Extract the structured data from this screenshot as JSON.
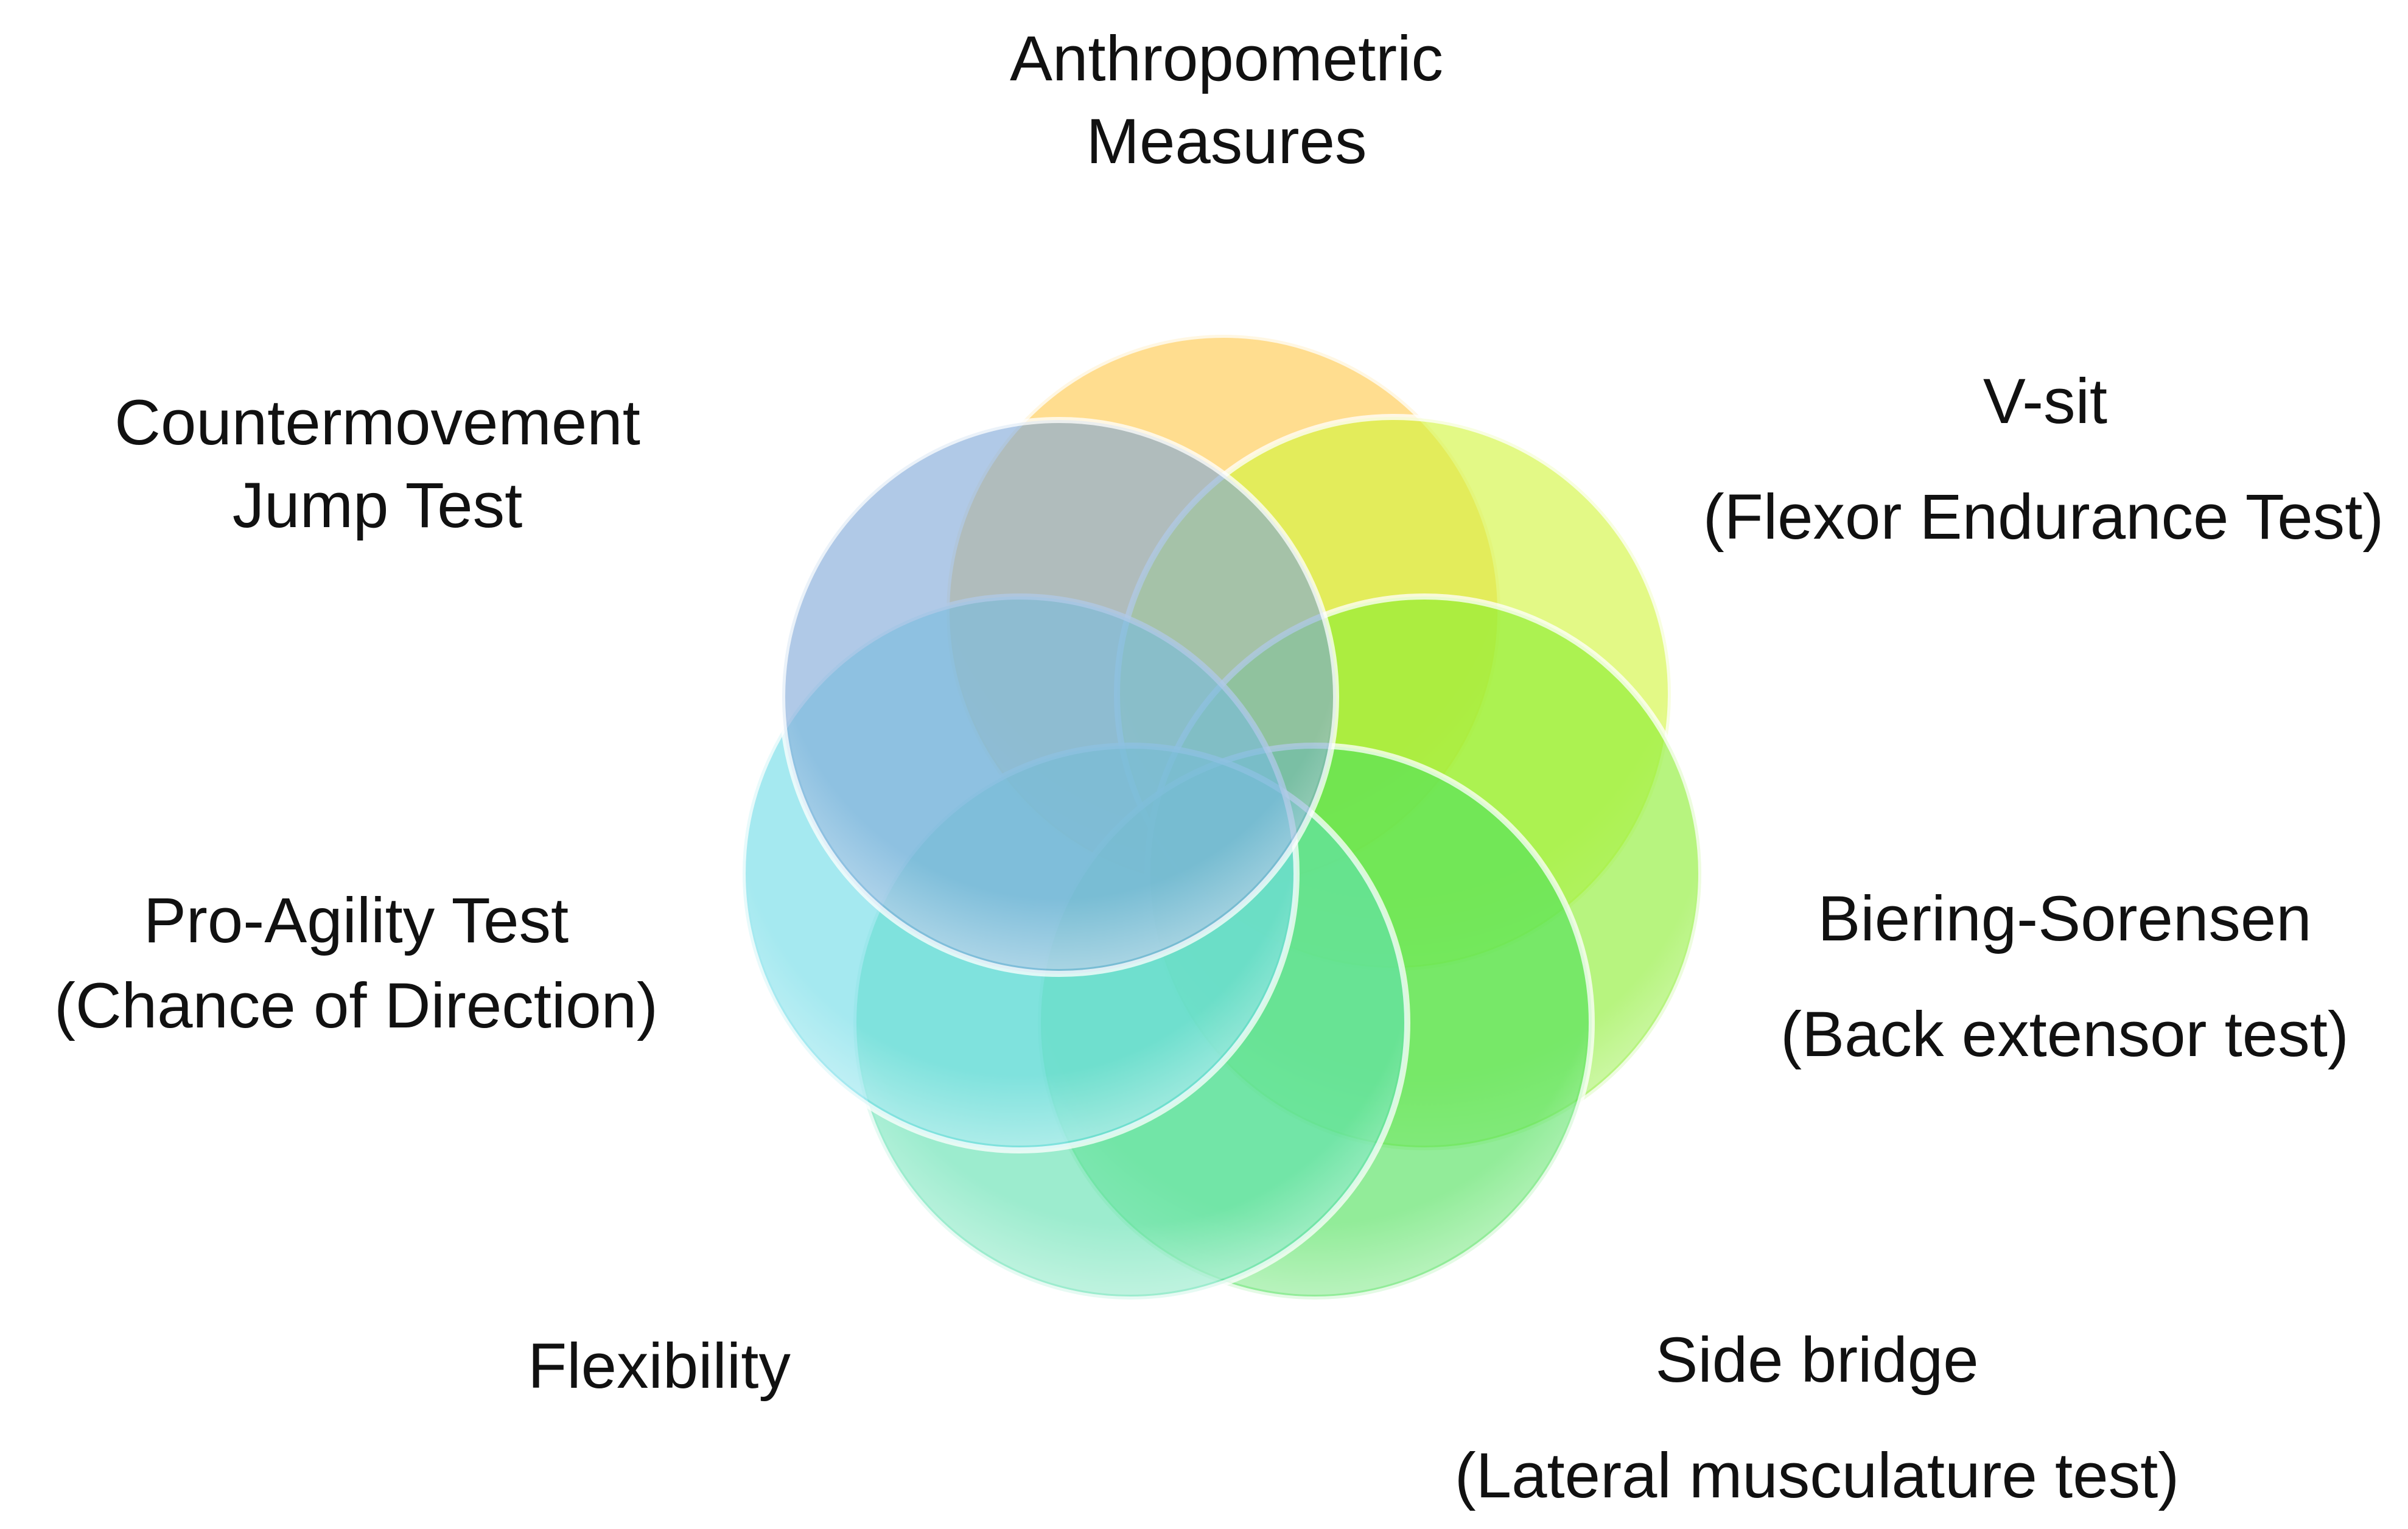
{
  "labels": {
    "anthropometric": {
      "line1": "Anthropometric",
      "line2": "Measures"
    },
    "vsit": {
      "line1": "V-sit",
      "line2": "(Flexor Endurance Test)"
    },
    "biering": {
      "line1": "Biering-Sorensen",
      "line2": "(Back extensor test)"
    },
    "sidebridge": {
      "line1": "Side bridge",
      "line2": "(Lateral musculature test)"
    },
    "flexibility": {
      "line1": "Flexibility"
    },
    "proagility": {
      "line1": "Pro-Agility Test",
      "line2": "(Chance of Direction)"
    },
    "countermovement": {
      "line1": "Countermovement",
      "line2": "Jump Test"
    }
  },
  "circles": [
    {
      "name": "anthropometric-circle",
      "color": "#FFC84A"
    },
    {
      "name": "vsit-circle",
      "color": "#D2F53C"
    },
    {
      "name": "biering-circle",
      "color": "#8AEE30"
    },
    {
      "name": "sidebridge-circle",
      "color": "#4FE05A"
    },
    {
      "name": "flexibility-circle",
      "color": "#5FE0B0"
    },
    {
      "name": "proagility-circle",
      "color": "#6EDCE6"
    },
    {
      "name": "countermovement-circle",
      "color": "#7FA8D8"
    }
  ]
}
